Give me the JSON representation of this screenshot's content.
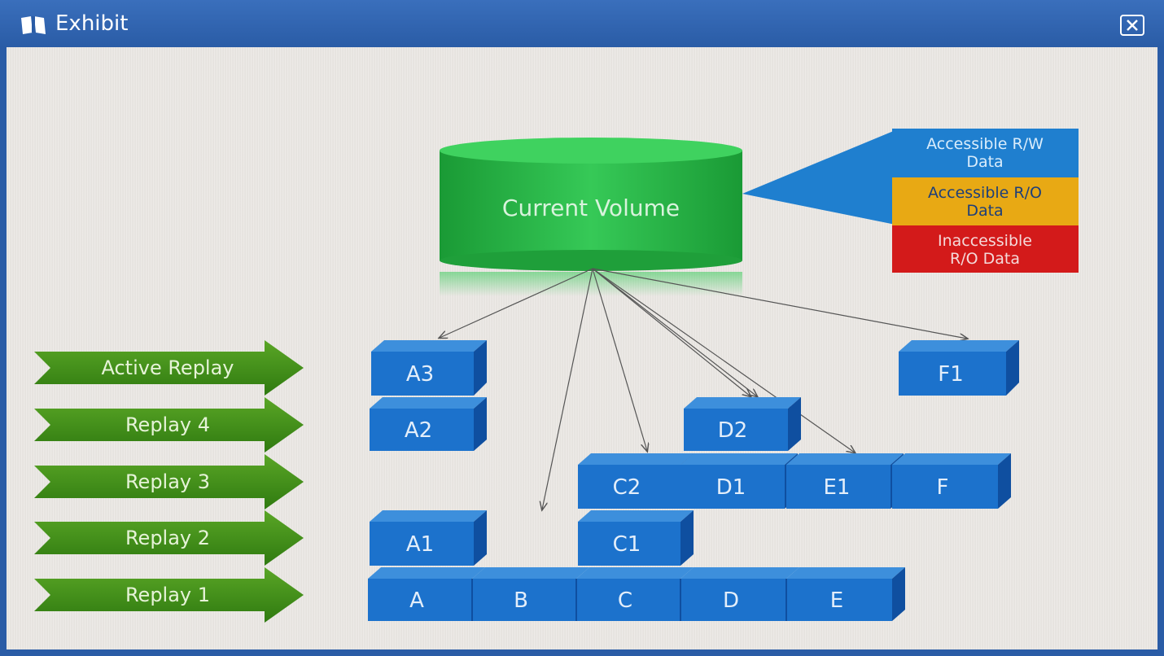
{
  "window": {
    "title": "Exhibit",
    "title_icon": "book-icon",
    "close_icon": "close-icon"
  },
  "volume": {
    "label": "Current Volume",
    "color": "#2ebd4a"
  },
  "legend": [
    {
      "lines": [
        "Accessible R/W",
        "Data"
      ],
      "color": "#1f7fcf"
    },
    {
      "lines": [
        "Accessible R/O",
        "Data"
      ],
      "color": "#e8a914"
    },
    {
      "lines": [
        "Inaccessible",
        "R/O Data"
      ],
      "color": "#d31a1a"
    }
  ],
  "replays": [
    "Active Replay",
    "Replay 4",
    "Replay 3",
    "Replay 2",
    "Replay 1"
  ],
  "blocks": {
    "row_active": [
      "A3",
      "F1"
    ],
    "row_4": [
      "A2",
      "D2"
    ],
    "row_3": [
      "C2",
      "D1",
      "E1",
      "F"
    ],
    "row_2": [
      "A1",
      "C1"
    ],
    "row_1": [
      "A",
      "B",
      "C",
      "D",
      "E"
    ]
  },
  "colors": {
    "arrow": "#3f8f16",
    "block": "#1c72cc",
    "block_top": "#3d8fdc",
    "block_side": "#0f4fa0"
  }
}
